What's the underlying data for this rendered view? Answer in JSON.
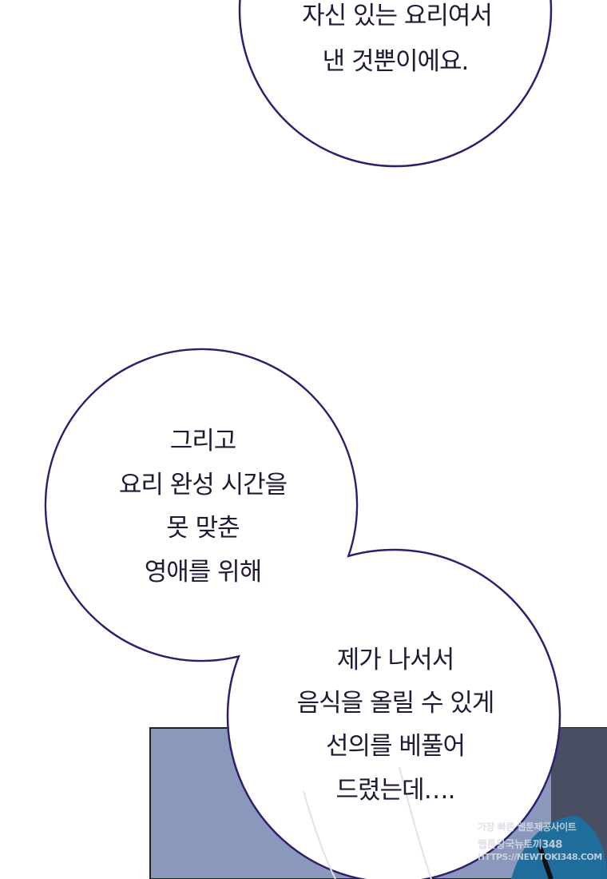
{
  "colors": {
    "bubble_stroke": "#2d1f6e",
    "panel": "#8a98bb",
    "panel_dark": "#4a4e62",
    "text": "#1d1b36"
  },
  "bubbles": [
    {
      "lines": [
        "자신 있는 요리여서",
        "낸 것뿐이에요."
      ]
    },
    {
      "lines": [
        "그리고",
        "요리 완성 시간을",
        "못 맞춘",
        "영애를 위해"
      ]
    },
    {
      "lines": [
        "제가 나서서",
        "음식을 올릴 수 있게",
        "선의를 베풀어",
        "드렸는데…."
      ]
    }
  ],
  "watermark": {
    "lines": [
      "가장 빠른 웹툰제공사이트",
      "웹툰왕국뉴토끼348",
      "HTTPS://NEWTOKI348.COM"
    ]
  }
}
